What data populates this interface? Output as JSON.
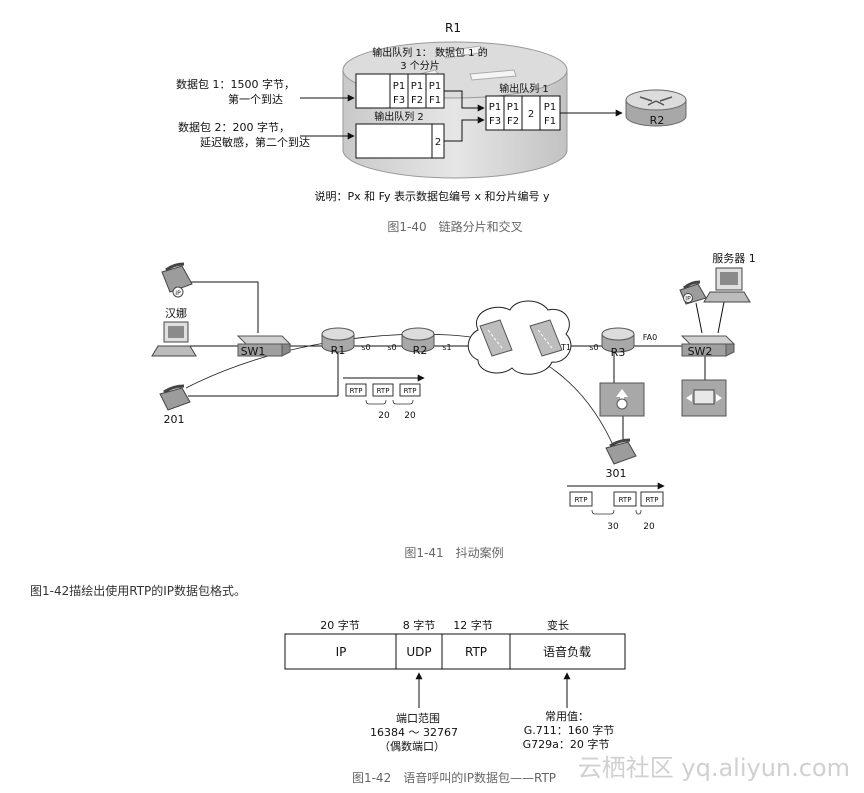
{
  "fig40": {
    "router_r1": "R1",
    "router_r2": "R2",
    "queue1_top_title_line1": "输出队列 1： 数据包 1 的",
    "queue1_top_title_line2": "3 个分片",
    "queue2_title": "输出队列 2",
    "out_queue_title": "输出队列 1",
    "packet1_line1": "数据包 1：1500 字节，",
    "packet1_line2": "第一个到达",
    "packet2_line1": "数据包 2：200 字节，",
    "packet2_line2": "延迟敏感，第二个到达",
    "cells": {
      "p1": "P1",
      "f1": "F1",
      "f2": "F2",
      "f3": "F3",
      "two": "2"
    },
    "note": "说明：Px 和 Fy 表示数据包编号 x 和分片编号 y",
    "caption": "图1-40　链路分片和交叉"
  },
  "fig41": {
    "server": "服务器 1",
    "hanna": "汉娜",
    "sw1": "SW1",
    "r1": "R1",
    "r2": "R2",
    "r3": "R3",
    "sw2": "SW2",
    "s0": "s0",
    "s1": "s1",
    "t1": "T1",
    "fa0": "FA0",
    "ip": "IP",
    "phone201": "201",
    "phone301": "301",
    "rtp": "RTP",
    "gap20": "20",
    "gap30": "30",
    "caption": "图1-41　抖动案例"
  },
  "body_text": "图1-42描绘出使用RTP的IP数据包格式。",
  "fig42": {
    "headers": [
      "20 字节",
      "8 字节",
      "12 字节",
      "变长"
    ],
    "fields": [
      "IP",
      "UDP",
      "RTP",
      "语音负载"
    ],
    "port_note": [
      "端口范围",
      "16384 ～ 32767",
      "（偶数端口）"
    ],
    "common_note": [
      "常用值：",
      "G.711：160 字节",
      "G729a：20 字节"
    ],
    "caption": "图1-42　语音呼叫的IP数据包——RTP"
  },
  "watermark": "云栖社区 yq.aliyun.com"
}
